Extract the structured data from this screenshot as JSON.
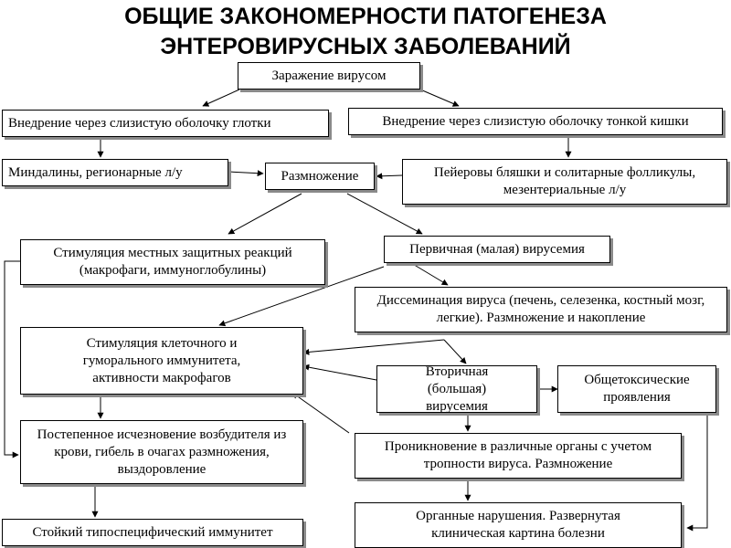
{
  "title": {
    "line1": "ОБЩИЕ ЗАКОНОМЕРНОСТИ ПАТОГЕНЕЗА",
    "line2": "ЭНТЕРОВИРУСНЫХ ЗАБОЛЕВАНИЙ"
  },
  "nodes": {
    "infection": "Заражение вирусом",
    "pharynx_entry": "Внедрение через слизистую оболочку глотки",
    "intestine_entry": "Внедрение через слизистую оболочку тонкой кишки",
    "tonsils": "Миндалины, регионарные л/у",
    "replication": "Размножение",
    "peyer": "Пейеровы бляшки и солитарные фолликулы, мезентериальные л/у",
    "local_defense": "Стимуляция местных защитных реакций (макрофаги, иммуноглобулины)",
    "primary_viremia": "Первичная (малая) вирусемия",
    "dissemination": "Диссеминация вируса (печень, селезенка, костный мозг, легкие).  Размножение и накопление",
    "cellular_humoral": "Стимуляция клеточного и гуморального иммунитета, активности макрофагов",
    "secondary_viremia": "Вторичная (большая) вирусемия",
    "general_toxic": "Общетоксические проявления",
    "gradual_elimination": "Постепенное исчезновение возбудителя из крови, гибель в очагах размножения, выздоровление",
    "organ_penetration": "Проникновение в различные органы с учетом тропности вируса. Размножение",
    "persistent_immunity": "Стойкий типоспецифический иммунитет",
    "organ_damage": "Органные нарушения. Развернутая клиническая картина болезни"
  }
}
